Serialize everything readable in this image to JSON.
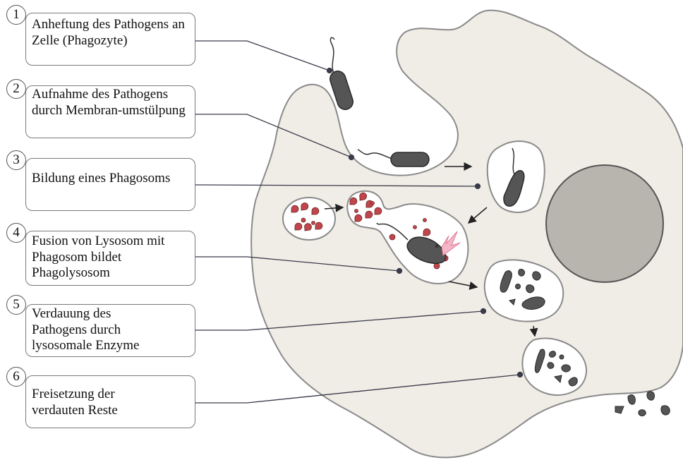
{
  "steps": [
    {
      "number": "1",
      "text": "Anheftung des Pathogens an Zelle (Phagozyte)"
    },
    {
      "number": "2",
      "text": "Aufnahme des Pathogens durch Membran-umstülpung"
    },
    {
      "number": "3",
      "text": "Bildung eines Phagosoms"
    },
    {
      "number": "4",
      "text": "Fusion von Lysosom mit Phagosom bildet Phagolysosom"
    },
    {
      "number": "5",
      "text": "Verdauung des Pathogens durch lysosomale Enzyme"
    },
    {
      "number": "6",
      "text": "Freisetzung der verdauten Reste"
    }
  ],
  "colors": {
    "cell_fill": "#f0ede6",
    "cell_stroke": "#8a8a8a",
    "nucleus_fill": "#b8b4ae",
    "pathogen_fill": "#555555",
    "enzyme_fill": "#c0464c",
    "burst_fill": "#f4b6c6",
    "leader_line": "#3a3a4a"
  }
}
